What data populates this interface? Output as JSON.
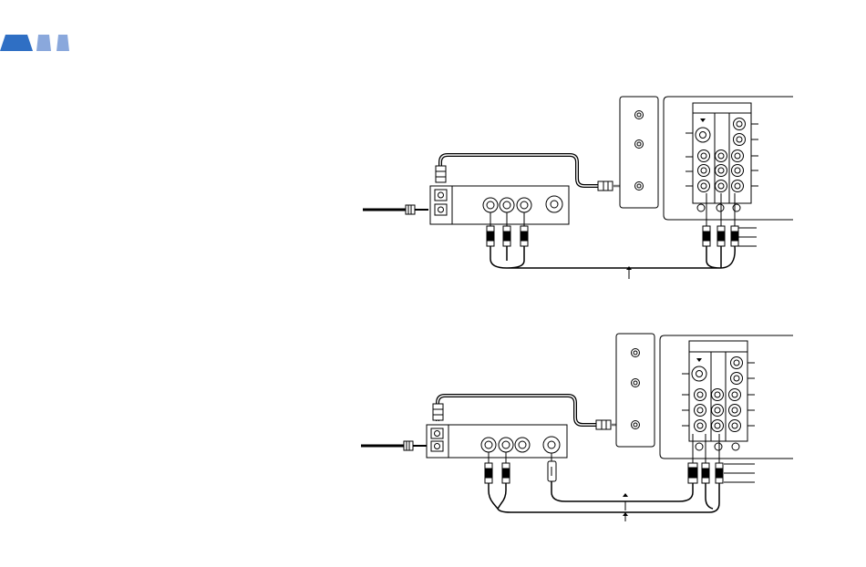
{
  "page": {
    "accent_color": "#2f6fc4",
    "accent_color_light": "#8aa8dc",
    "header_icon": "three-blue-tab-marks"
  },
  "diagrams": [
    {
      "name": "composite-connection",
      "source_jacks": [
        "video-out",
        "audio-out-l",
        "audio-out-r"
      ],
      "has_s_video_cable": false
    },
    {
      "name": "s-video-connection",
      "source_jacks": [
        "audio-out-l",
        "audio-out-r",
        "s-video-out"
      ],
      "has_s_video_cable": true
    }
  ],
  "colors": {
    "line": "#000000",
    "panel": "#ffffff",
    "jack_fill": "#ffffff",
    "thick_cable": "#111111"
  }
}
